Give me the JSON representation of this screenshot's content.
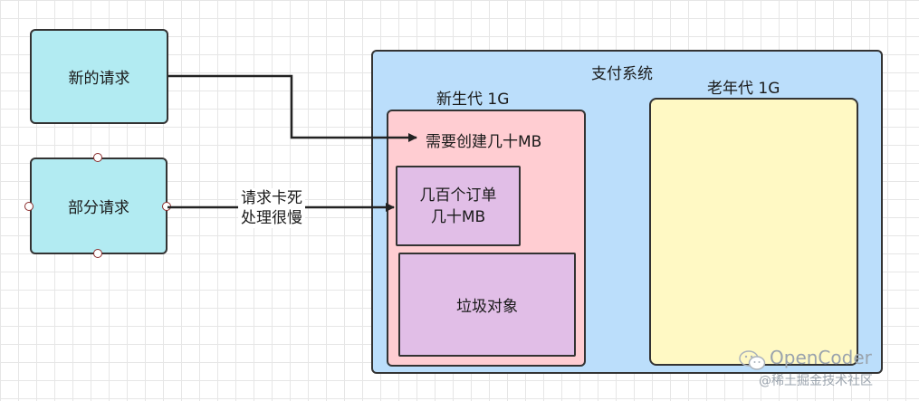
{
  "left": {
    "new_request": "新的请求",
    "partial_request": "部分请求"
  },
  "edge_label": "请求卡死\n处理很慢",
  "system": {
    "title": "支付系统",
    "young_gen": {
      "title": "新生代 1G",
      "note": "需要创建几十MB",
      "orders": "几百个订单\n几十MB",
      "garbage": "垃圾对象"
    },
    "old_gen": {
      "title": "老年代 1G"
    }
  },
  "watermark": {
    "brand": "OpenCoder",
    "credit": "@稀土掘金技术社区"
  },
  "colors": {
    "request_box": "#b2ebf2",
    "system": "#bbdefb",
    "young_gen": "#ffcdd2",
    "orders": "#e1bee7",
    "old_gen": "#fff9c4"
  }
}
